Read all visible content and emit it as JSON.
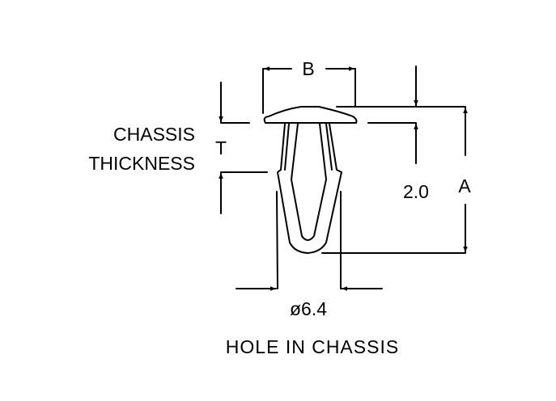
{
  "labels": {
    "chassis_line1": "CHASSIS",
    "chassis_line2": "THICKNESS",
    "t": "T",
    "b": "B",
    "a": "A",
    "height": "2.0",
    "diameter": "ø6.4",
    "caption": "HOLE IN CHASSIS"
  }
}
